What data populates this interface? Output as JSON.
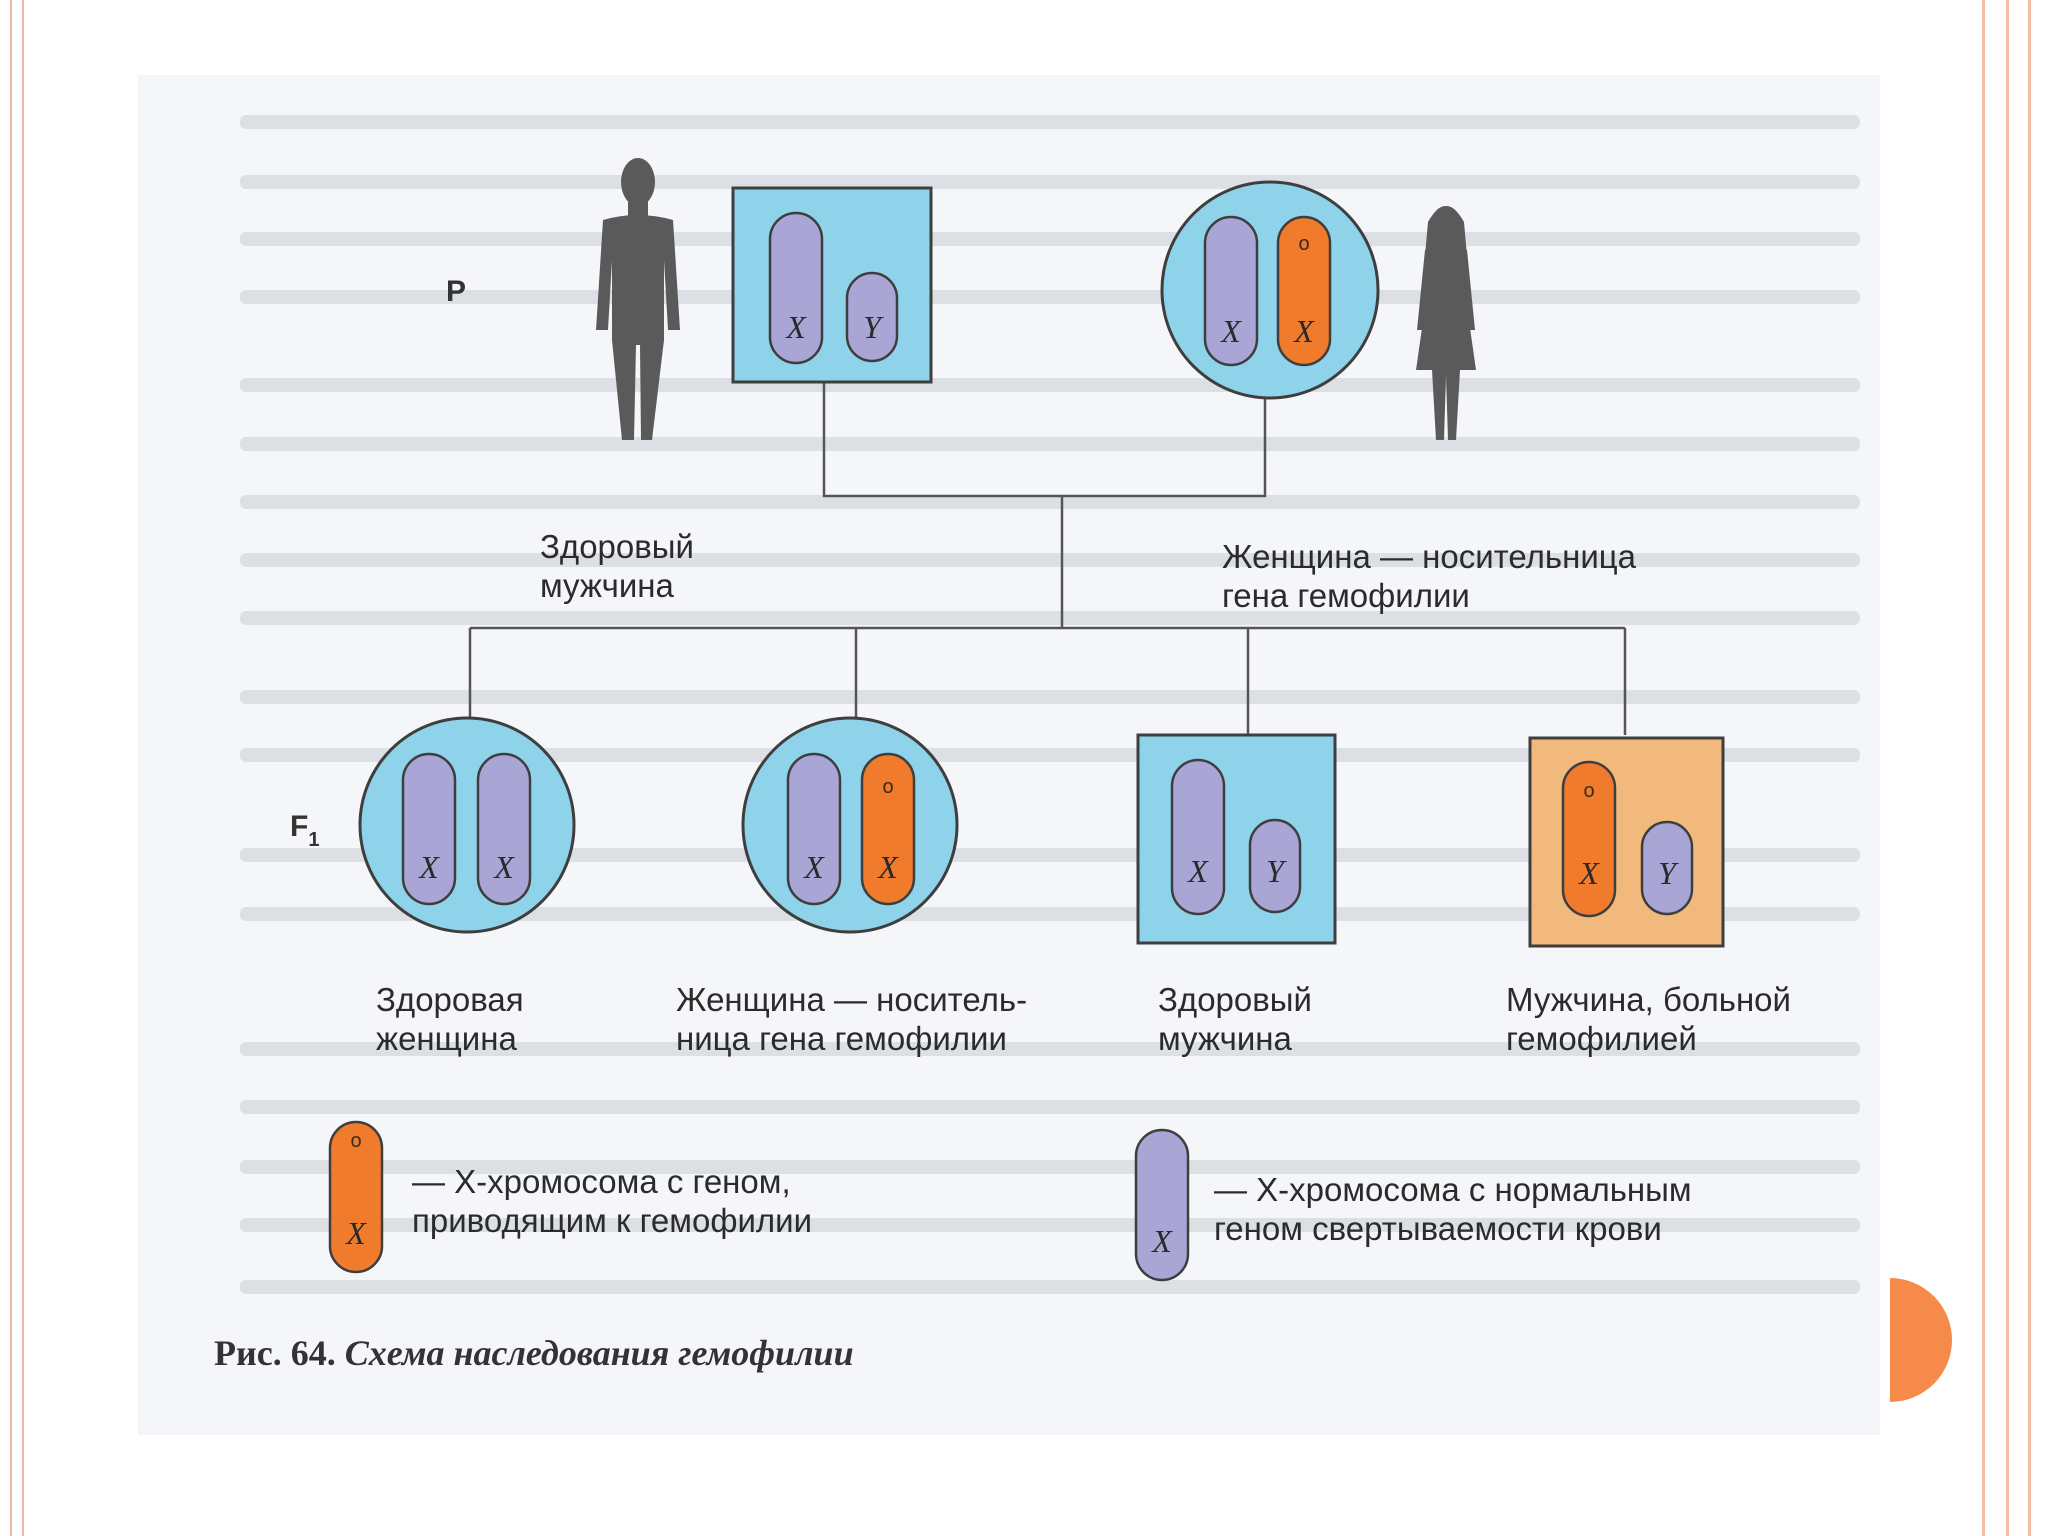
{
  "generations": {
    "parent": "P",
    "f1": "F",
    "f1_sub": "1"
  },
  "chromosome_letters": {
    "x": "X",
    "y": "Y",
    "gene": "o"
  },
  "parents": {
    "male_label": "Здоровый\nмужчина",
    "female_label": "Женщина — носительница\nгена гемофилии"
  },
  "offspring": [
    {
      "label": "Здоровая\nженщина"
    },
    {
      "label": "Женщина — носитель-\nница гена гемофилии"
    },
    {
      "label": "Здоровый\nмужчина"
    },
    {
      "label": "Мужчина, больной\nгемофилией"
    }
  ],
  "legend": {
    "hemophilia_x": "— X-хромосома с геном,\nприводящим к гемофилии",
    "normal_x": "— X-хромосома с нормальным\nгеном свертываемости крови"
  },
  "caption": {
    "prefix": "Рис. 64.",
    "title": "Схема наследования гемофилии"
  },
  "colors": {
    "cell_blue": "#8fd3ea",
    "cell_sick": "#f1b97c",
    "chrom_normal": "#a9a6d6",
    "chrom_hemophilia": "#f07b2c",
    "accent": "#f58a4a"
  }
}
